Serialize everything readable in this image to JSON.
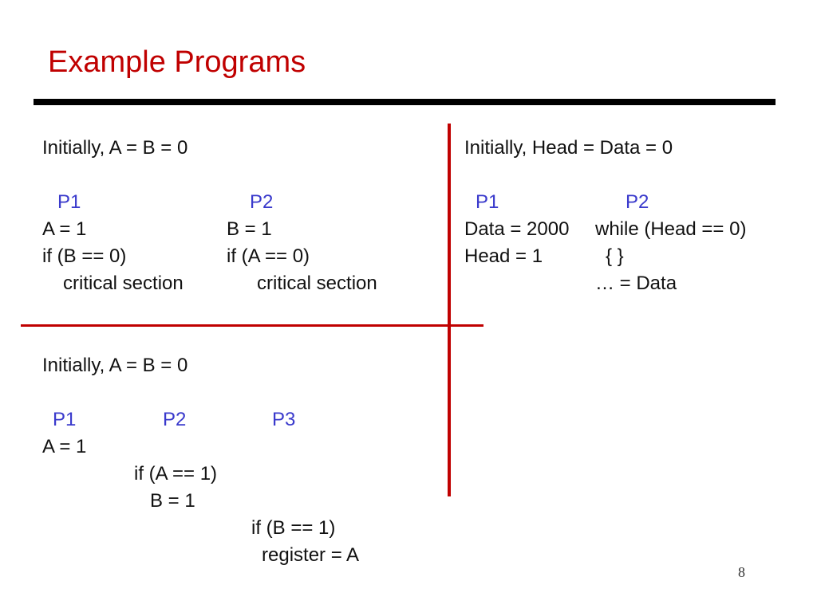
{
  "slide": {
    "title": "Example Programs",
    "page_number": "8",
    "colors": {
      "title": "#c00000",
      "divider": "#c00000",
      "process_label": "#3a3acc"
    }
  },
  "example1": {
    "init": "Initially, A = B = 0",
    "p1_label": "P1",
    "p2_label": "P2",
    "p1_lines": [
      "A = 1",
      "if (B == 0)",
      "critical section"
    ],
    "p2_lines": [
      "B = 1",
      "if (A == 0)",
      "critical section"
    ]
  },
  "example2": {
    "init": "Initially, Head = Data = 0",
    "p1_label": "P1",
    "p2_label": "P2",
    "p1_lines": [
      "Data = 2000",
      "Head = 1"
    ],
    "p2_lines": [
      "while (Head == 0)",
      "{ }",
      "… = Data"
    ]
  },
  "example3": {
    "init": "Initially, A = B = 0",
    "p1_label": "P1",
    "p2_label": "P2",
    "p3_label": "P3",
    "p1_lines": [
      "A = 1"
    ],
    "p2_lines": [
      "if (A == 1)",
      "B = 1"
    ],
    "p3_lines": [
      "if (B == 1)",
      "register = A"
    ]
  }
}
